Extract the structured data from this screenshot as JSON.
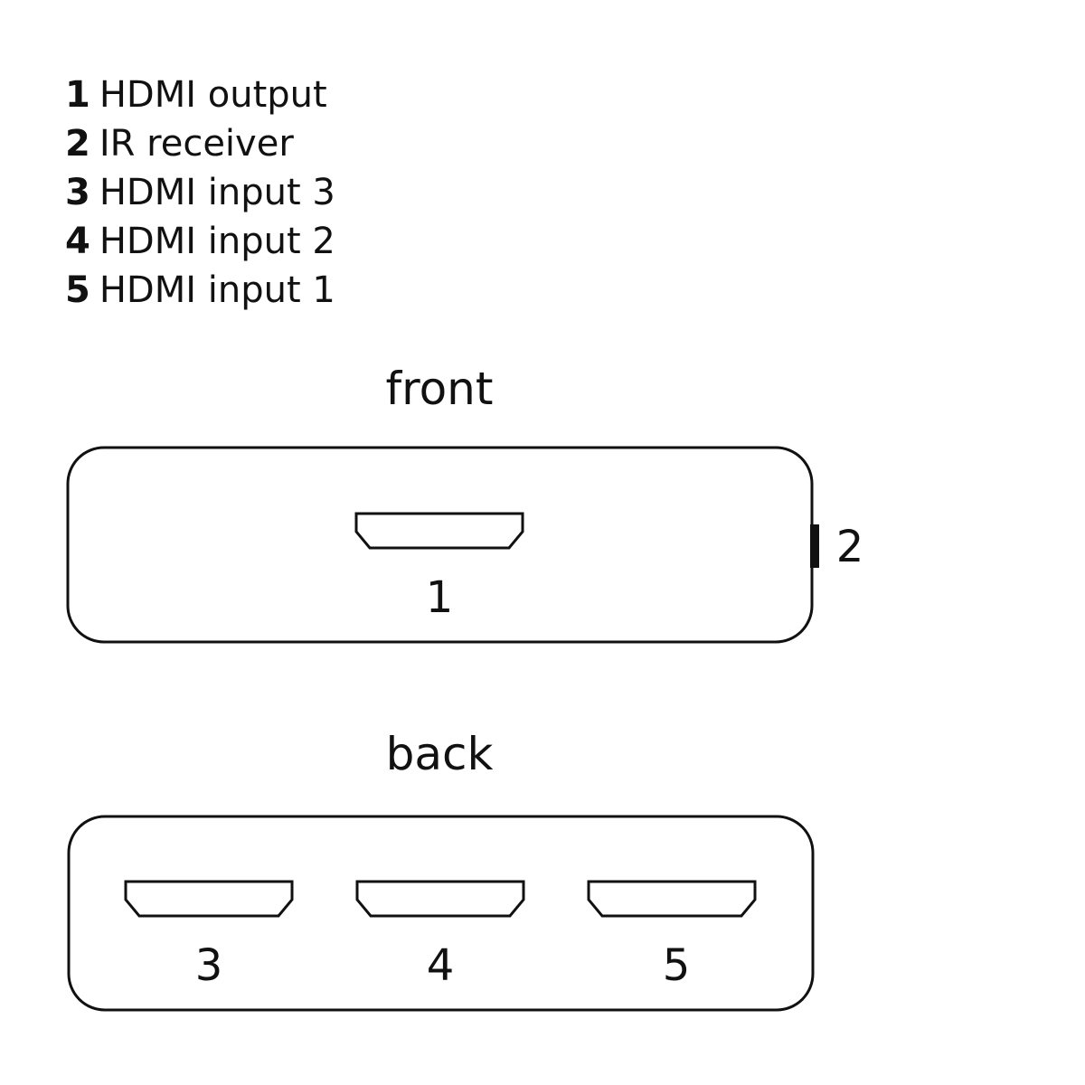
{
  "legend": [
    {
      "number": "1",
      "label": "HDMI output"
    },
    {
      "number": "2",
      "label": "IR receiver"
    },
    {
      "number": "3",
      "label": "HDMI input 3"
    },
    {
      "number": "4",
      "label": "HDMI input 2"
    },
    {
      "number": "5",
      "label": "HDMI input 1"
    }
  ],
  "front": {
    "title": "front",
    "port_number": "1",
    "ir_number": "2"
  },
  "back": {
    "title": "back",
    "port_numbers": [
      "3",
      "4",
      "5"
    ]
  },
  "colors": {
    "stroke": "#111111",
    "background": "#ffffff"
  }
}
